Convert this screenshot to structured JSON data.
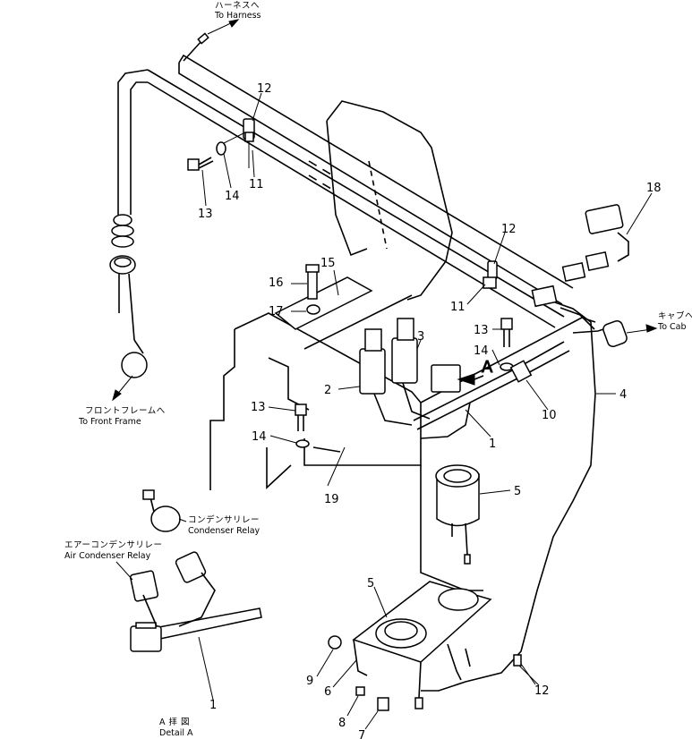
{
  "part_numbers": {
    "p1": "1",
    "p1b": "1",
    "p2": "2",
    "p3": "3",
    "p4": "4",
    "p5": "5",
    "p5b": "5",
    "p6": "6",
    "p7": "7",
    "p8": "8",
    "p9": "9",
    "p10": "10",
    "p11": "11",
    "p11b": "11",
    "p12": "12",
    "p12b": "12",
    "p12c": "12",
    "p13": "13",
    "p13b": "13",
    "p13c": "13",
    "p14": "14",
    "p14b": "14",
    "p14c": "14",
    "p15": "15",
    "p16": "16",
    "p17": "17",
    "p18": "18",
    "p19": "19"
  },
  "detail_marker": "A",
  "callouts": {
    "harness_jp": "ハーネスへ",
    "harness_en": "To Harness",
    "cab_jp": "キャブへ",
    "cab_en": "To Cab",
    "front_frame_jp": "フロントフレームへ",
    "front_frame_en": "To Front Frame",
    "condenser_relay_jp": "コンデンサリレー",
    "condenser_relay_en": "Condenser Relay",
    "air_condenser_relay_jp": "エアーコンデンサリレー",
    "air_condenser_relay_en": "Air Condenser Relay",
    "detail_jp": "A 拝 図",
    "detail_en": "Detail A"
  }
}
